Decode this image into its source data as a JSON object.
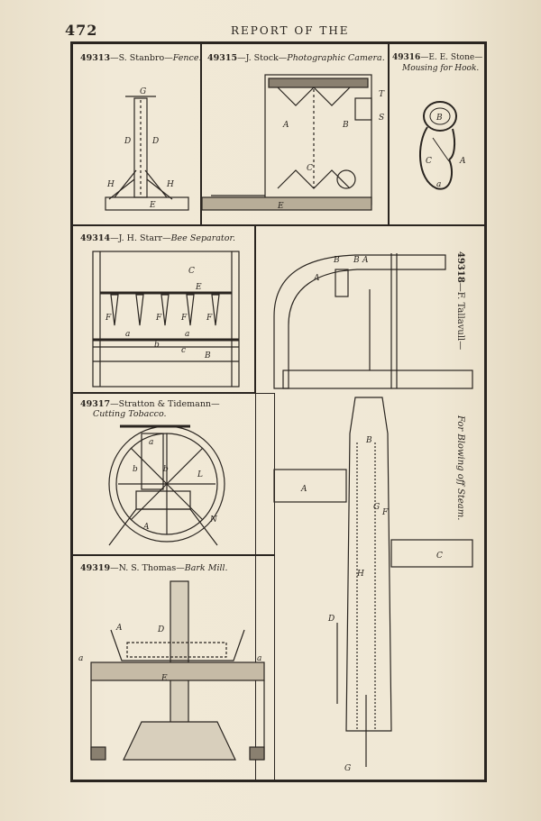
{
  "header": {
    "page_number": "472",
    "running_title": "REPORT OF THE"
  },
  "patents": [
    {
      "number": "49313",
      "name": "S. Stanbro",
      "title": "Fence."
    },
    {
      "number": "49315",
      "name": "J. Stock",
      "title": "Photographic Camera."
    },
    {
      "number": "49316",
      "name": "E. E. Stone",
      "title": "Mousing for Hook."
    },
    {
      "number": "49314",
      "name": "J. H. Starr",
      "title": "Bee Separator."
    },
    {
      "number": "49318",
      "name": "F. Tallavull",
      "title": "For Blowing off Steam."
    },
    {
      "number": "49317",
      "name": "Stratton & Tidemann",
      "title": "Cutting Tobacco."
    },
    {
      "number": "49319",
      "name": "N. S. Thomas",
      "title": "Bark Mill."
    }
  ],
  "dash": "—",
  "labels": {
    "fence": [
      "G",
      "D",
      "D",
      "H",
      "H",
      "E"
    ],
    "camera": [
      "A",
      "B",
      "C",
      "T",
      "S",
      "E"
    ],
    "hook": [
      "B",
      "C",
      "A",
      "a"
    ],
    "bee": [
      "C",
      "E",
      "F",
      "F",
      "F",
      "F",
      "a",
      "a",
      "b",
      "c",
      "B"
    ],
    "steam": [
      "B",
      "B",
      "A",
      "A",
      "B",
      "A",
      "G",
      "F",
      "H",
      "D",
      "C",
      "G"
    ],
    "tobacco": [
      "a",
      "b",
      "b",
      "L",
      "A",
      "N"
    ],
    "bark": [
      "A",
      "D",
      "a",
      "a",
      "E"
    ]
  }
}
